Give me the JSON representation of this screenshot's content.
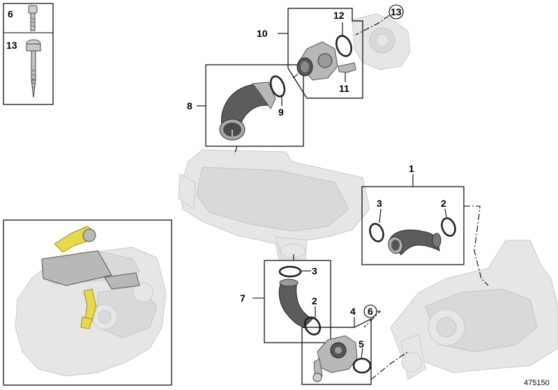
{
  "callouts": {
    "c1": "1",
    "c2a": "2",
    "c2b": "2",
    "c3a": "3",
    "c3b": "3",
    "c4": "4",
    "c5": "5",
    "c6_circled": "6",
    "c7": "7",
    "c8": "8",
    "c9": "9",
    "c10": "10",
    "c11": "11",
    "c12": "12",
    "c13_circled": "13"
  },
  "legend": {
    "item_6": "6",
    "item_13": "13"
  },
  "diagram_number": "475150",
  "colors": {
    "highlight": "#e8d84a",
    "ghost_part": "#e6e6e6",
    "hose": "#5c5c5c"
  }
}
